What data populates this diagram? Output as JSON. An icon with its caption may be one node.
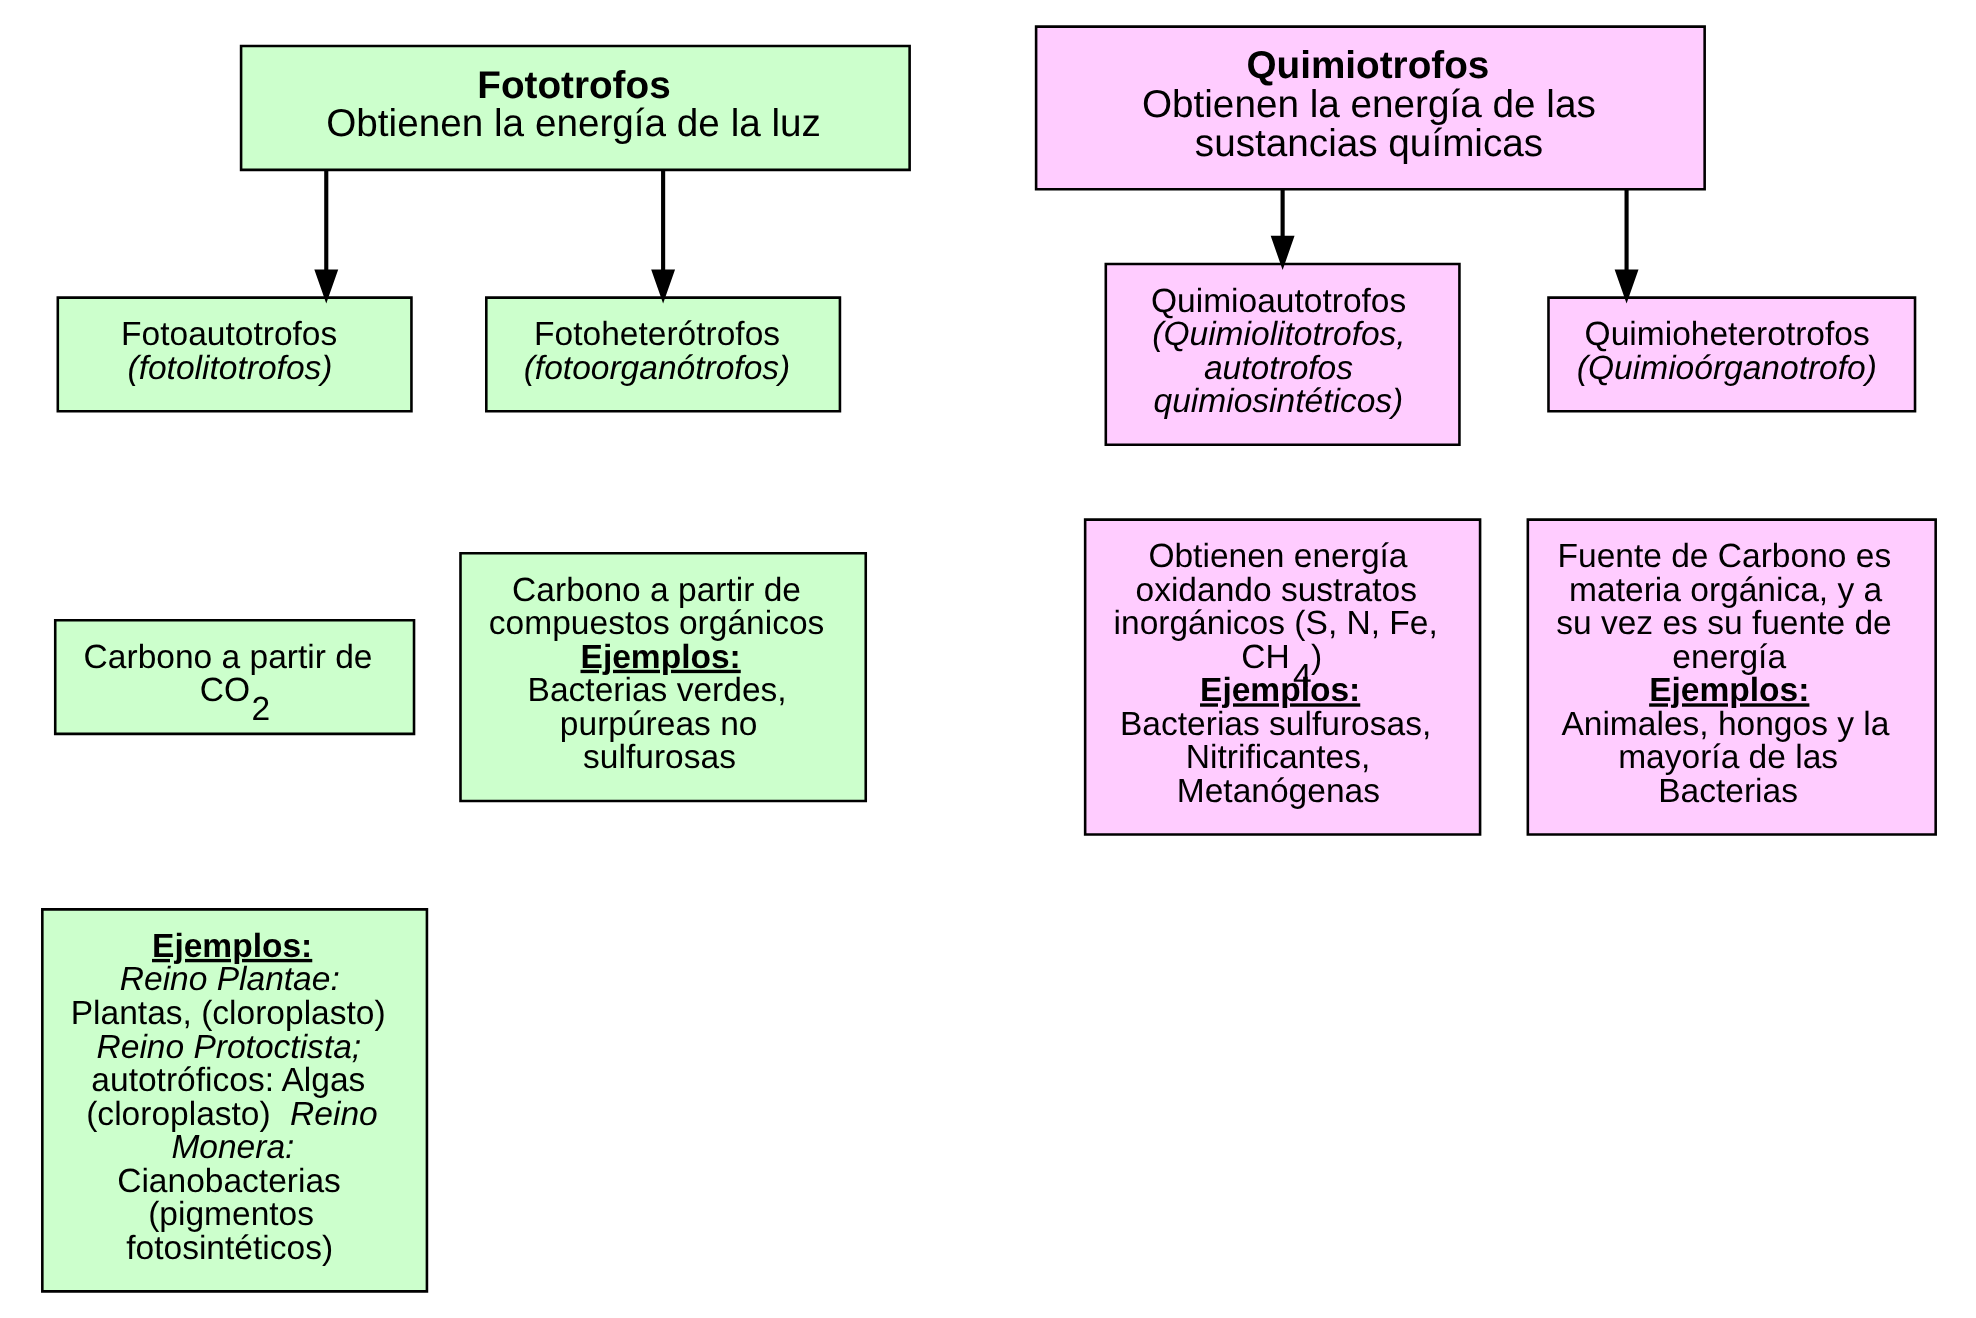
{
  "diagram": {
    "nodes": [
      {
        "text": [
          "Fototrofos",
          "Obtienen la energía de la luz"
        ]
      },
      {
        "text": [
          "Quimiotrofos",
          "Obtienen la energía de las sustancias químicas"
        ]
      },
      {
        "text": [
          "Fotoautotrofos",
          "(fotolitotrofos)"
        ]
      },
      {
        "text": [
          "Carbono a partir de CO$_{2}$"
        ]
      },
      {
        "text": [
          "Ejemplos:",
          "*Reino Plantae:* Plantas, (cloroplasto) *Reino Protoctista;* autotróficos: Algas (cloroplasto) *Reino Monera:* Cianobacterias (pigmentos fotosintéticos)"
        ]
      },
      {
        "text": [
          "Fotoheterótrofos",
          "(fotoorganótrofos)"
        ]
      },
      {
        "text": [
          "Carbono a partir de compuestos orgánicos",
          "Ejemplos:",
          "Bacterias verdes, purpúreas no sulfurosas"
        ]
      },
      {
        "text": [
          "Quimioautotrofos",
          "(Quimiolitotrofos, autotrofos quimiosintéticos)"
        ]
      },
      {
        "text": [
          "Obtienen energía oxidando sustratos inorgánicos (S, N, Fe, CH$_{4}$)",
          "Ejemplos:",
          "Bacterias sulfurosas, Nitrificantes, Metanógenas"
        ]
      },
      {
        "text": [
          "Quimioheterotrofos",
          "(Quimioórganotrofo)"
        ]
      },
      {
        "text": [
          "Fuente de Carbono es materia orgánica, y a su vez es su fuente de energía",
          "Ejemplos:",
          "Animales, hongos y la mayoría de las Bacterias"
        ]
      }
    ],
    "edges": [
      {
        "from": 0,
        "to": 2,
        "arrow": "to"
      },
      {
        "from": 0,
        "to": 5,
        "arrow": "to"
      },
      {
        "from": 1,
        "to": 7,
        "arrow": "to"
      },
      {
        "from": 1,
        "to": 9,
        "arrow": "to"
      }
    ]
  }
}
